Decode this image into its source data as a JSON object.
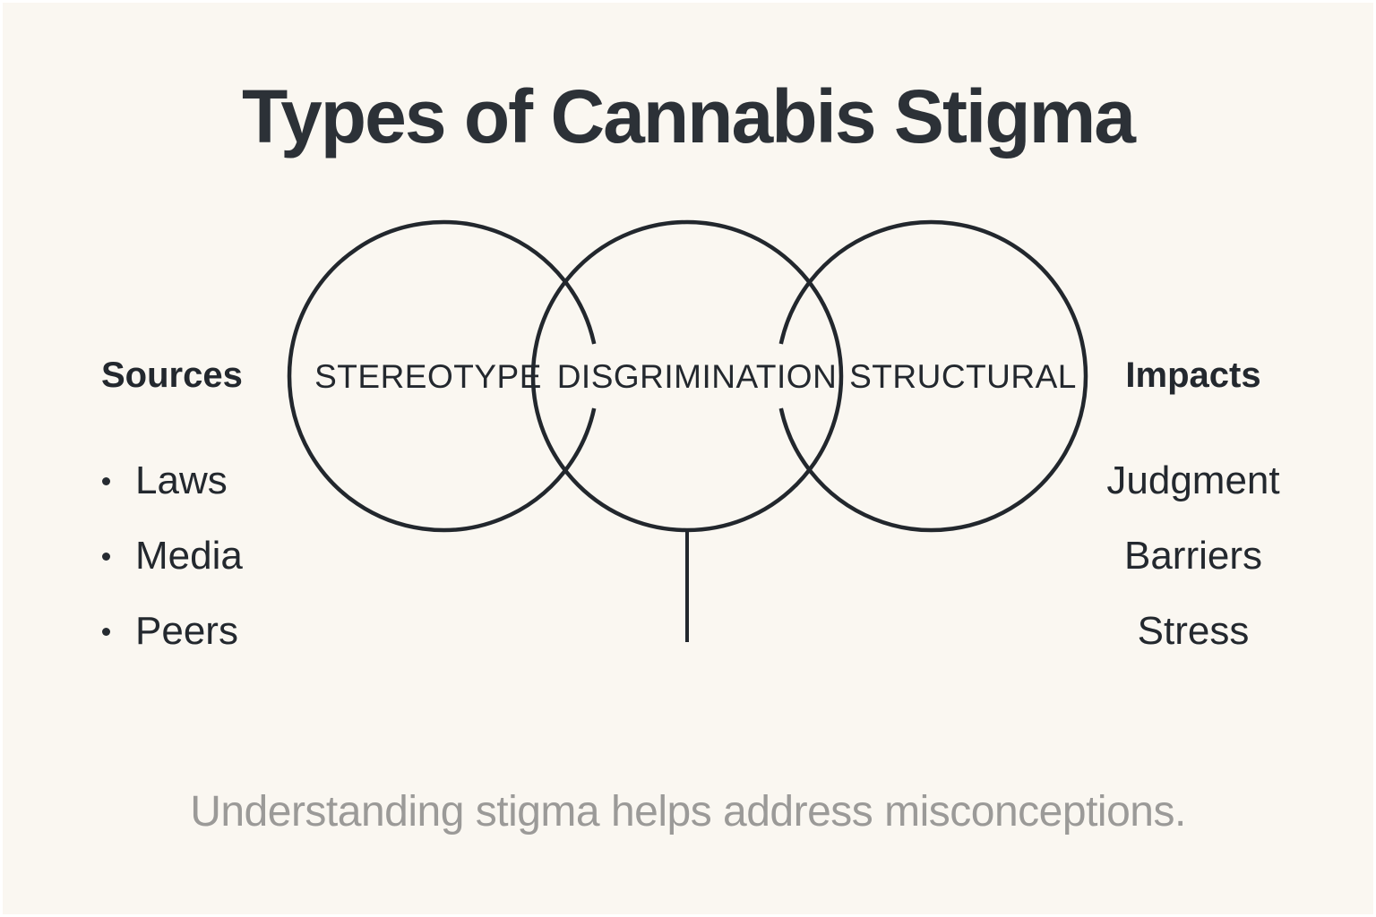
{
  "title": "Types of Cannabis Stigma",
  "diagram": {
    "circles": [
      "STEREOTYPE",
      "DISGRIMINATION",
      "STRUCTURAL"
    ]
  },
  "sources": {
    "heading": "Sources",
    "items": [
      "Laws",
      "Media",
      "Peers"
    ]
  },
  "impacts": {
    "heading": "Impacts",
    "items": [
      "Judgment",
      "Barriers",
      "Stress"
    ]
  },
  "caption": "Understanding stigma helps address misconceptions.",
  "colors": {
    "background": "#FAF7F1",
    "stroke": "#22272D",
    "title": "#2C3137",
    "text": "#23282E",
    "caption_gray": "#9B9A98"
  }
}
